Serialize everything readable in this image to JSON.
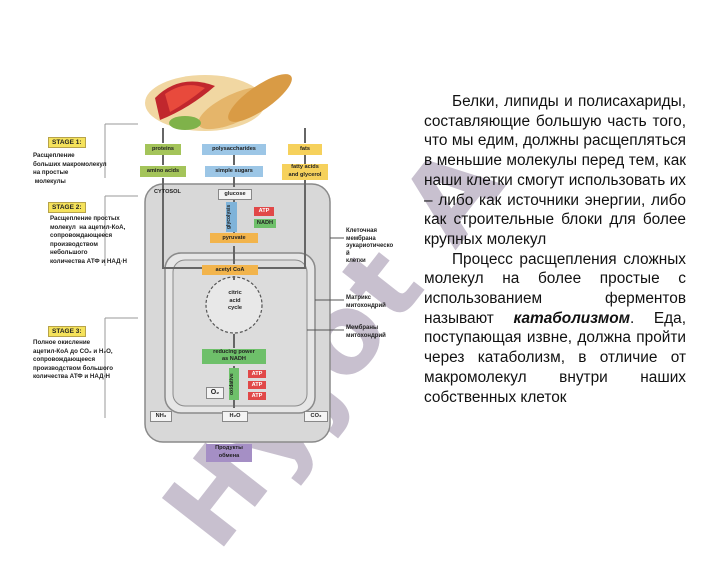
{
  "watermark": "Hyjot A",
  "text": {
    "p1": "Белки, липиды и полисахариды, составляющие большую часть того, что мы едим, должны расщепляться в меньшие молекулы перед тем, как наши клетки смогут использовать их – либо как источники энергии, либо как строительные блоки для более крупных молекул",
    "p2_before": "Процесс расщепления сложных молекул на более простые с использованием ферментов называют ",
    "p2_term": "катаболизмом",
    "p2_after": ". Еда, поступающая извне, должна пройти через катаболизм, в отличие от макромолекул внутри наших собственных клеток"
  },
  "diagram": {
    "stage1": "STAGE 1:",
    "stage1_desc": "Расщепление\nбольших макромолекул\nна простые\n молекулы",
    "stage2": "STAGE 2:",
    "stage2_desc": "Расщепление простых\nмолекул  на ацетил-КоА,\nсопровождающееся\nпроизводством\nнебольшого\nколичества АТФ и НАД·Н",
    "stage3": "STAGE 3:",
    "stage3_desc": "Полное окисление\nацетил-КоА до CO₂ и H₂O,\nсопровождающееся\nпроизводством большого\nколичества АТФ и НАД·Н",
    "label_membrane": "Клеточная\nмембрана\nэукариотическо\nй\nклетки",
    "label_matrix": "Матрикс\nмитохондрий",
    "label_mito_membranes": "Мембраны\nмитохондрий",
    "proteins": "proteins",
    "polysaccharides": "polysaccharides",
    "fats": "fats",
    "amino_acids": "amino acids",
    "simple_sugars": "simple sugars",
    "fatty_acids": "fatty acids\nand glycerol",
    "cytosol": "CYTOSOL",
    "glucose": "glucose",
    "glycolysis": "glycolysis",
    "atp": "ATP",
    "nadh": "NADH",
    "pyruvate": "pyruvate",
    "acetyl_coa": "acetyl CoA",
    "citric_cycle": "citric\nacid\ncycle",
    "reducing_power": "reducing power\nas NADH",
    "oxidative": "oxidative",
    "o2": "O₂",
    "nh3": "NH₃",
    "h2o": "H₂O",
    "co2": "CO₂",
    "waste": "Продукты\nобмена"
  },
  "colors": {
    "watermark": "#c8c0cf",
    "stage_label": "#f5e25b",
    "green": "#a4c45a",
    "blue": "#9cc6e6",
    "yellow": "#f6d15c",
    "orange": "#f2b44c",
    "red": "#e14848",
    "cell_gray": "#d8d8d8"
  }
}
